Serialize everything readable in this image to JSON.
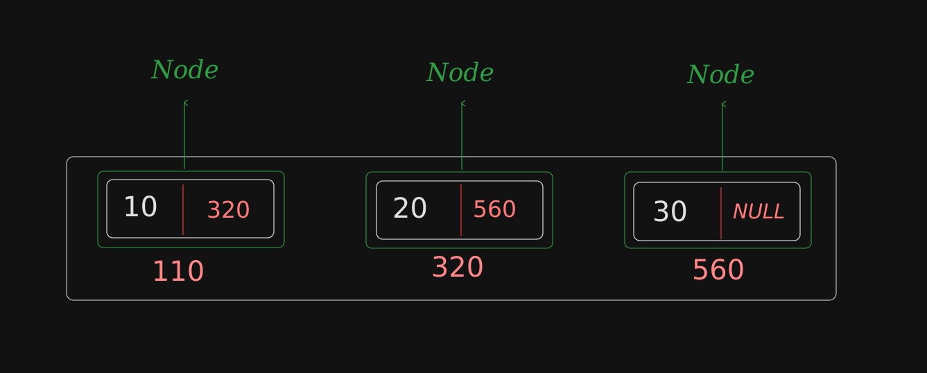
{
  "colors": {
    "background": "#121212",
    "node_label": "#2f9e44",
    "node_frame": "#2f9e44",
    "arrow": "#2f9e44",
    "pointer_text": "#ff7a7a",
    "address_text": "#ff8787",
    "data_text": "#e0e0e0",
    "divider": "#e03131",
    "box_stroke": "#d0d0d0",
    "container_stroke": "#bdbdbd"
  },
  "nodes": [
    {
      "label": "Node",
      "data": "10",
      "next": "320",
      "address": "110"
    },
    {
      "label": "Node",
      "data": "20",
      "next": "560",
      "address": "320"
    },
    {
      "label": "Node",
      "data": "30",
      "next": "NULL",
      "address": "560"
    }
  ]
}
